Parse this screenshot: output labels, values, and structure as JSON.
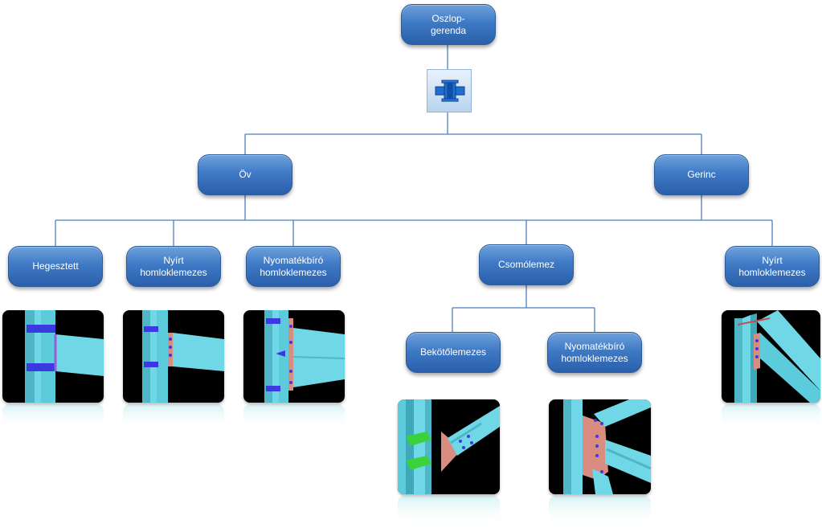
{
  "colors": {
    "node_fill": "#3f7ac5",
    "connector": "#4a7fc0",
    "steel": "#5fcde0",
    "plate": "#d98c80",
    "weld": "#2a2ae8",
    "gusset_green": "#3ad13a"
  },
  "root": {
    "label": "Oszlop-\ngerenda"
  },
  "root_icon": {
    "icon": "steel-section-icon"
  },
  "level1": {
    "flange": {
      "label": "Öv"
    },
    "web": {
      "label": "Gerinc"
    }
  },
  "level2": {
    "welded": {
      "label": "Hegesztett"
    },
    "shear_endplate_flange": {
      "label": "Nyírt\nhomloklemezes"
    },
    "moment_endplate_flange": {
      "label": "Nyomatékbíró\nhomloklemezes"
    },
    "gusset": {
      "label": "Csomólemez"
    },
    "shear_endplate_web": {
      "label": "Nyírt\nhomloklemezes"
    }
  },
  "level3": {
    "cleat": {
      "label": "Bekötőlemezes"
    },
    "moment_endplate_gusset": {
      "label": "Nyomatékbíró\nhomloklemezes"
    }
  },
  "images": [
    {
      "name": "welded-joint-image"
    },
    {
      "name": "shear-endplate-flange-image"
    },
    {
      "name": "moment-endplate-flange-image"
    },
    {
      "name": "cleat-plate-image"
    },
    {
      "name": "moment-endplate-gusset-image"
    },
    {
      "name": "shear-endplate-web-image"
    }
  ]
}
